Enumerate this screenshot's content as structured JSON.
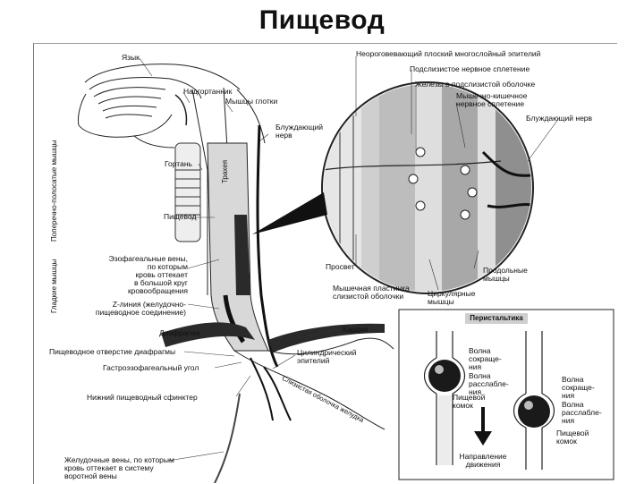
{
  "slide": {
    "title": "Пищевод"
  },
  "anatomy": {
    "tongue": "Язык",
    "epiglottis": "Надгортанник",
    "pharynx_muscles": "Мышцы глотки",
    "vagus_nerve": "Блуждающий\nнерв",
    "larynx": "Гортань",
    "esophagus": "Пищевод",
    "esophageal_veins": "Эзофагеальные вены,\nпо которым\nкровь оттекает\nв большой круг\nкровообращения",
    "z_line": "Z-линия (желудочно-\nпищеводное соединение)",
    "diaphragm": "Диафрагма",
    "esophageal_hiatus": "Пищеводное отверстие диафрагмы",
    "gastroesophageal_angle": "Гастроэзофагеальный угол",
    "lower_sphincter": "Нижний пищеводный сфинктер",
    "gastric_veins": "Желудочные вены, по которым\nкровь оттекает в систему\nворотной вены",
    "cardia": "Кардия",
    "cylindrical_epithelium": "Цилиндрический\nэпителий",
    "stomach_wall_label": "Слизистая оболочка желудка",
    "vertical_left_1": "Поперечно-полосатые мышцы",
    "vertical_left_2": "Гладкие мышцы",
    "vertical_tube": "Трахея"
  },
  "detail_view": {
    "epithelium": "Неороговевающий плоский многослойный эпителий",
    "submucosal_plexus": "Подслизистое нервное сплетение",
    "submucosal_glands": "Железы в подслизистой оболочке",
    "myenteric_plexus": "Мышечно-кишечное\nнервное сплетение",
    "vagus_nerve": "Блуждающий нерв",
    "lumen": "Просвет",
    "muscularis_mucosae": "Мышечная пластинка\nслизистой оболочки",
    "circular_muscles": "Циркулярные\nмышцы",
    "longitudinal_muscles": "Продольные\nмышцы"
  },
  "peristalsis": {
    "title": "Перистальтика",
    "contraction_wave_1": "Волна\nсокраще-\nния",
    "relaxation_wave_1": "Волна\nрасслабле-\nния",
    "food_bolus_1": "Пищевой\nкомок",
    "contraction_wave_2": "Волна\nсокраще-\nния",
    "relaxation_wave_2": "Волна\nрасслабле-\nния",
    "food_bolus_2": "Пищевой\nкомок",
    "direction": "Направление\nдвижения"
  }
}
